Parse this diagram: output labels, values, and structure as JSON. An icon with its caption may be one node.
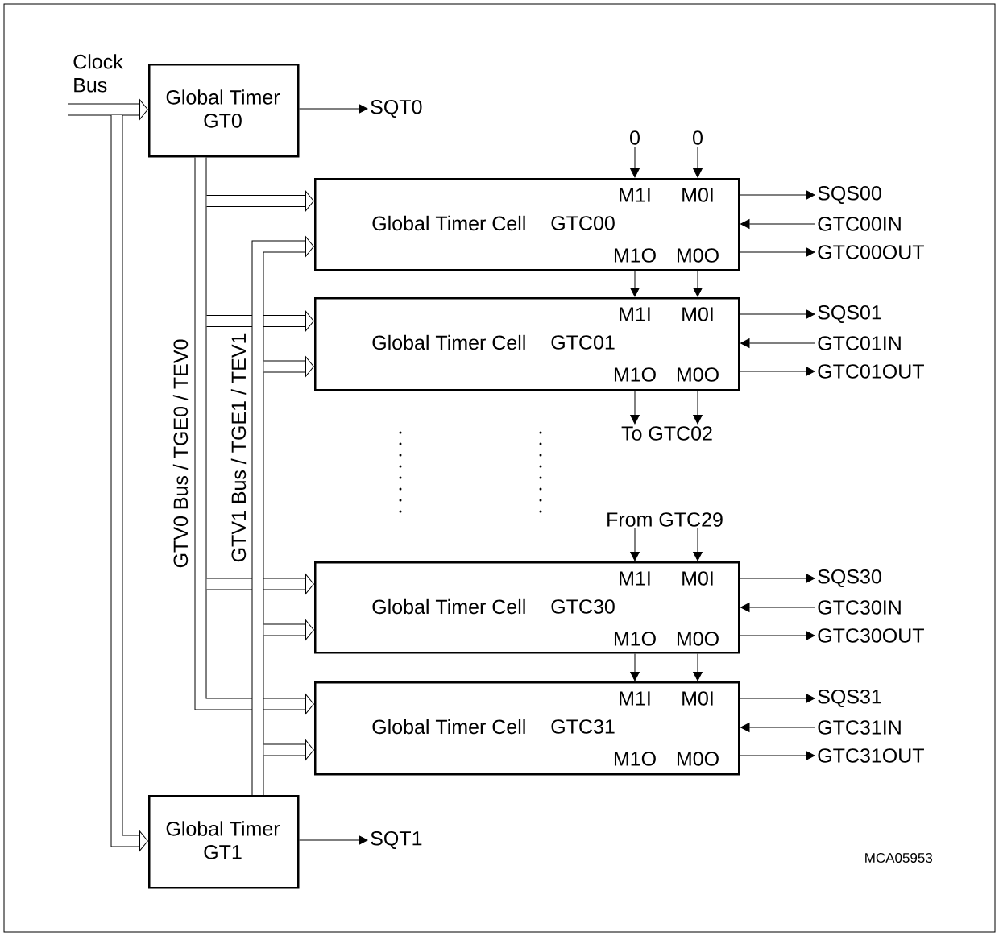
{
  "diagram": {
    "nodes": [
      {
        "text": [
          "Global Timer GT0"
        ]
      },
      {
        "text": [
          "M1I",
          "M0I",
          "Global Timer Cell",
          "GTC00",
          "M1O",
          "M0O"
        ]
      },
      {
        "text": [
          "M1I",
          "M0I",
          "Global Timer Cell",
          "GTC01",
          "M1O",
          "M0O"
        ]
      },
      {
        "text": [
          "M1I",
          "M0I",
          "Global Timer Cell",
          "GTC30",
          "M1O",
          "M0O"
        ]
      },
      {
        "text": [
          "M1I",
          "M0I",
          "Global Timer Cell",
          "GTC31",
          "M1O",
          "M0O"
        ]
      },
      {
        "text": [
          "Global Timer GT1"
        ]
      },
      {
        "text": [
          "SQT0"
        ]
      },
      {
        "text": [
          "0"
        ]
      },
      {
        "text": [
          "0"
        ]
      },
      {
        "text": [
          "SQS00"
        ]
      },
      {
        "text": [
          "GTC00IN"
        ]
      },
      {
        "text": [
          "GTC00OUT"
        ]
      },
      {
        "text": [
          "SQS01"
        ]
      },
      {
        "text": [
          "GTC01IN"
        ]
      },
      {
        "text": [
          "GTC01OUT"
        ]
      },
      {
        "text": [
          "To GTC02"
        ]
      },
      {
        "text": [
          "From GTC29"
        ]
      },
      {
        "text": [
          "SQS30"
        ]
      },
      {
        "text": [
          "GTC30IN"
        ]
      },
      {
        "text": [
          "GTC30OUT"
        ]
      },
      {
        "text": [
          "SQS31"
        ]
      },
      {
        "text": [
          "GTC31IN"
        ]
      },
      {
        "text": [
          "GTC31OUT"
        ]
      },
      {
        "text": [
          "SQT1"
        ]
      }
    ],
    "edges": [
      {
        "from": null,
        "to": 0,
        "arrow": "to",
        "style": "thick"
      },
      {
        "from": null,
        "to": 5,
        "arrow": "to",
        "style": "thick"
      },
      {
        "from": 0,
        "to": 1,
        "arrow": "to",
        "style": "thick"
      },
      {
        "from": 0,
        "to": 2,
        "arrow": "to",
        "style": "thick"
      },
      {
        "from": 0,
        "to": 3,
        "arrow": "to",
        "style": "thick"
      },
      {
        "from": 0,
        "to": 4,
        "arrow": "to",
        "style": "thick"
      },
      {
        "from": 5,
        "to": 1,
        "arrow": "to",
        "style": "thick"
      },
      {
        "from": 5,
        "to": 2,
        "arrow": "to",
        "style": "thick"
      },
      {
        "from": 5,
        "to": 3,
        "arrow": "to",
        "style": "thick"
      },
      {
        "from": 5,
        "to": 4,
        "arrow": "to",
        "style": "thick"
      },
      {
        "from": 0,
        "to": 6,
        "arrow": "to"
      },
      {
        "from": 7,
        "to": 1,
        "arrow": "to"
      },
      {
        "from": 8,
        "to": 1,
        "arrow": "to"
      },
      {
        "from": 1,
        "to": 9,
        "arrow": "to"
      },
      {
        "from": 10,
        "to": 1,
        "arrow": "to"
      },
      {
        "from": 1,
        "to": 11,
        "arrow": "to"
      },
      {
        "from": 1,
        "to": 2,
        "arrow": "to"
      },
      {
        "from": 1,
        "to": 2,
        "arrow": "to"
      },
      {
        "from": 2,
        "to": 12,
        "arrow": "to"
      },
      {
        "from": 13,
        "to": 2,
        "arrow": "to"
      },
      {
        "from": 2,
        "to": 14,
        "arrow": "to"
      },
      {
        "from": 2,
        "to": 15,
        "arrow": "to"
      },
      {
        "from": 2,
        "to": 15,
        "arrow": "to"
      },
      {
        "from": 16,
        "to": 3,
        "arrow": "to"
      },
      {
        "from": 16,
        "to": 3,
        "arrow": "to"
      },
      {
        "from": 3,
        "to": 17,
        "arrow": "to"
      },
      {
        "from": 18,
        "to": 3,
        "arrow": "to"
      },
      {
        "from": 3,
        "to": 19,
        "arrow": "to"
      },
      {
        "from": 3,
        "to": 4,
        "arrow": "to"
      },
      {
        "from": 3,
        "to": 4,
        "arrow": "to"
      },
      {
        "from": 4,
        "to": 20,
        "arrow": "to"
      },
      {
        "from": 21,
        "to": 4,
        "arrow": "to"
      },
      {
        "from": 4,
        "to": 22,
        "arrow": "to"
      },
      {
        "from": 5,
        "to": 23,
        "arrow": "to"
      }
    ],
    "labels": [
      "Clock Bus",
      "GTV0 Bus / TGE0 / TEV0",
      "GTV1 Bus / TGE1 / TEV1",
      "MCA05953"
    ]
  }
}
